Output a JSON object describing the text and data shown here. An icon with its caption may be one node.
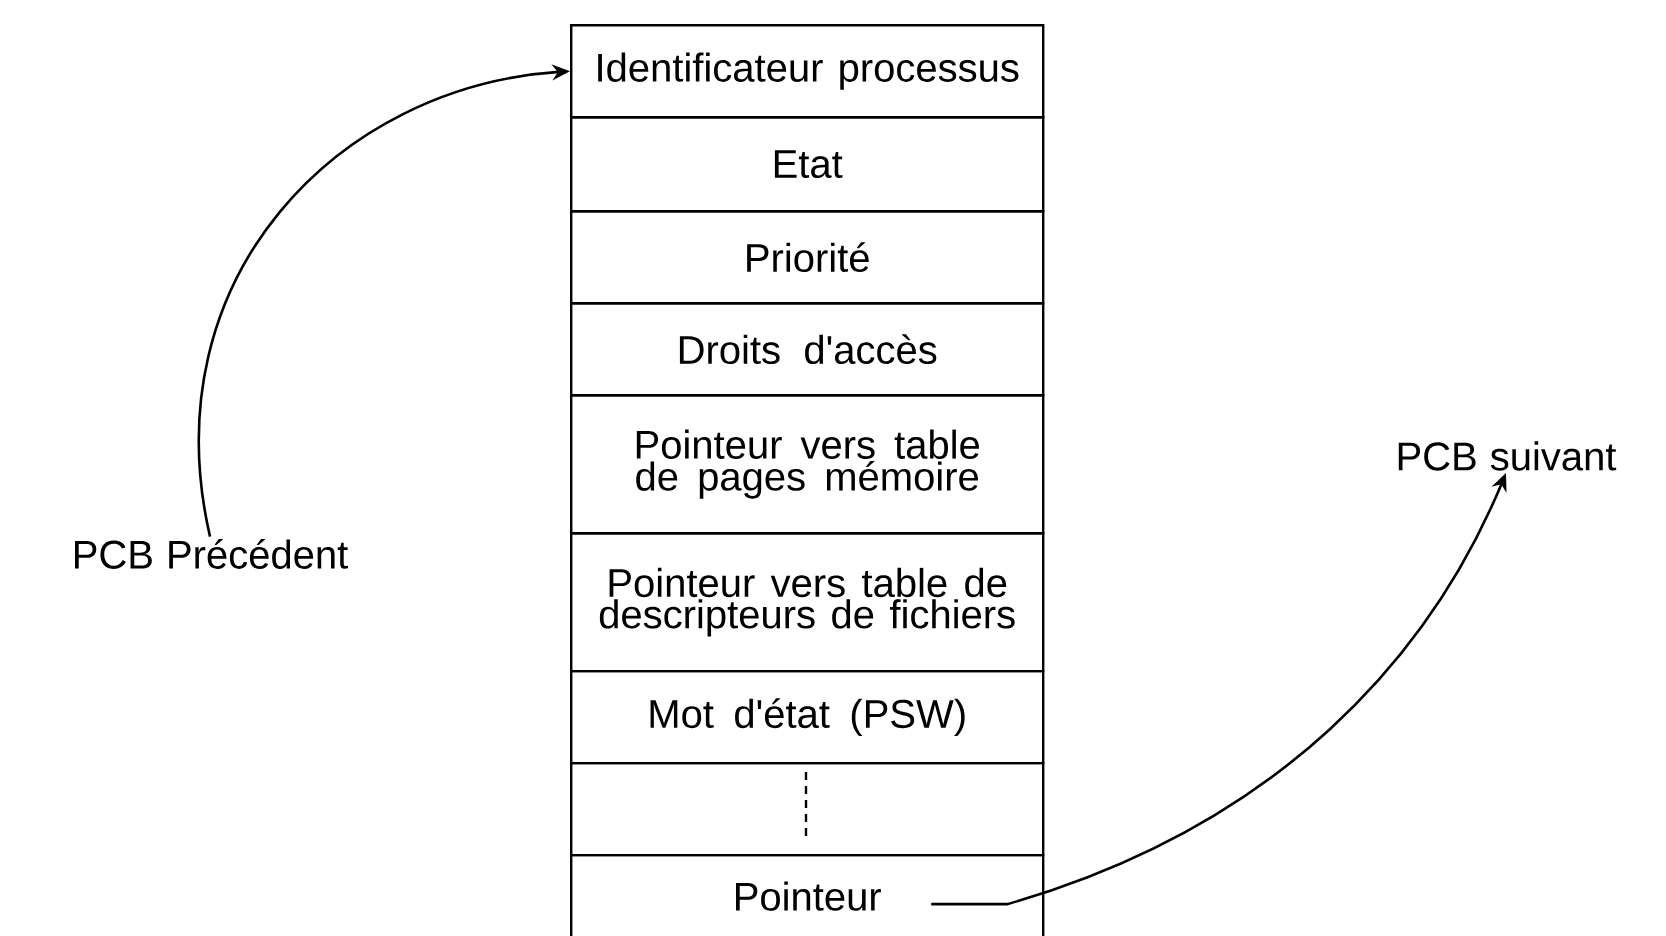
{
  "diagram": {
    "nodes": [
      {
        "text": [
          "PCB Précédent"
        ]
      },
      {
        "text": [
          "Identificateur processus"
        ]
      },
      {
        "text": [
          "Etat"
        ]
      },
      {
        "text": [
          "Priorité"
        ]
      },
      {
        "text": [
          "Droits d'accès"
        ]
      },
      {
        "text": [
          "Pointeur vers table de pages mémoire"
        ]
      },
      {
        "text": [
          "Pointeur vers table de descripteurs de fichiers"
        ]
      },
      {
        "text": [
          "Mot d'état (PSW)"
        ]
      },
      {
        "text": [],
        "shape": "box"
      },
      {
        "text": [
          "Pointeur"
        ]
      },
      {
        "text": [
          "PCB suivant"
        ]
      }
    ],
    "edges": [
      {
        "from": 0,
        "to": 1,
        "arrow": "to"
      },
      {
        "from": 9,
        "to": 10,
        "arrow": "to"
      }
    ]
  }
}
